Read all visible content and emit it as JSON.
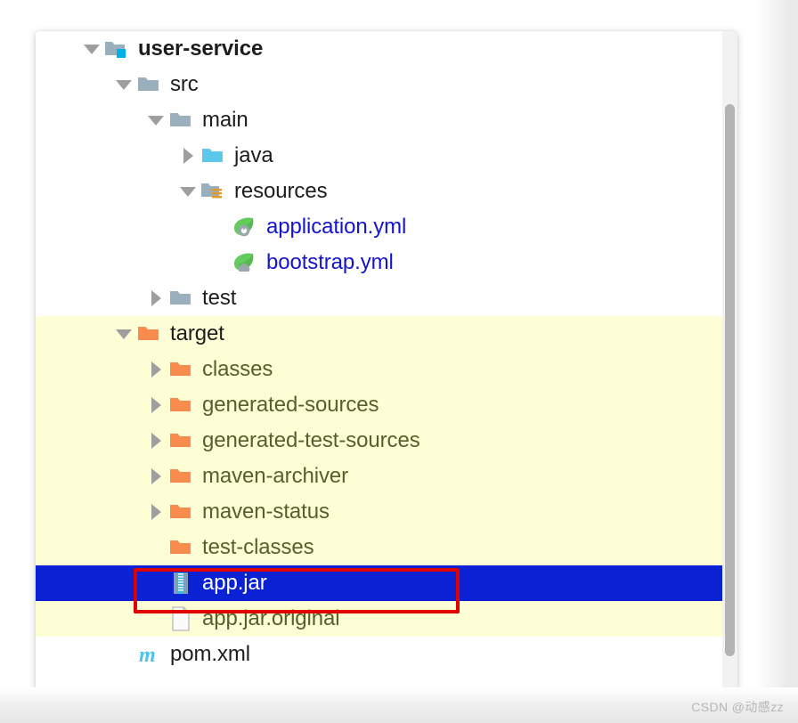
{
  "panel": {
    "title": "project-tree",
    "rows": [
      {
        "label": "user-service",
        "icon": "module-folder-icon",
        "twisty": "expanded",
        "depth": 0,
        "style": "bold",
        "highlight": false,
        "selected": false
      },
      {
        "label": "src",
        "icon": "folder-gray-icon",
        "twisty": "expanded",
        "depth": 1,
        "style": "plain",
        "highlight": false,
        "selected": false
      },
      {
        "label": "main",
        "icon": "folder-gray-icon",
        "twisty": "expanded",
        "depth": 2,
        "style": "plain",
        "highlight": false,
        "selected": false
      },
      {
        "label": "java",
        "icon": "folder-source-icon",
        "twisty": "collapsed",
        "depth": 3,
        "style": "plain",
        "highlight": false,
        "selected": false
      },
      {
        "label": "resources",
        "icon": "folder-resources-icon",
        "twisty": "expanded",
        "depth": 3,
        "style": "plain",
        "highlight": false,
        "selected": false
      },
      {
        "label": "application.yml",
        "icon": "spring-config-icon",
        "twisty": "none",
        "depth": 4,
        "style": "link",
        "highlight": false,
        "selected": false
      },
      {
        "label": "bootstrap.yml",
        "icon": "spring-cloud-icon",
        "twisty": "none",
        "depth": 4,
        "style": "link",
        "highlight": false,
        "selected": false
      },
      {
        "label": "test",
        "icon": "folder-gray-icon",
        "twisty": "collapsed",
        "depth": 2,
        "style": "plain",
        "highlight": false,
        "selected": false
      },
      {
        "label": "target",
        "icon": "folder-orange-icon",
        "twisty": "expanded",
        "depth": 1,
        "style": "plain",
        "highlight": true,
        "selected": false
      },
      {
        "label": "classes",
        "icon": "folder-orange-icon",
        "twisty": "collapsed",
        "depth": 2,
        "style": "olive",
        "highlight": true,
        "selected": false
      },
      {
        "label": "generated-sources",
        "icon": "folder-orange-icon",
        "twisty": "collapsed",
        "depth": 2,
        "style": "olive",
        "highlight": true,
        "selected": false
      },
      {
        "label": "generated-test-sources",
        "icon": "folder-orange-icon",
        "twisty": "collapsed",
        "depth": 2,
        "style": "olive",
        "highlight": true,
        "selected": false
      },
      {
        "label": "maven-archiver",
        "icon": "folder-orange-icon",
        "twisty": "collapsed",
        "depth": 2,
        "style": "olive",
        "highlight": true,
        "selected": false
      },
      {
        "label": "maven-status",
        "icon": "folder-orange-icon",
        "twisty": "collapsed",
        "depth": 2,
        "style": "olive",
        "highlight": true,
        "selected": false
      },
      {
        "label": "test-classes",
        "icon": "folder-orange-icon",
        "twisty": "none",
        "depth": 2,
        "style": "olive",
        "highlight": true,
        "selected": false
      },
      {
        "label": "app.jar",
        "icon": "jar-file-icon",
        "twisty": "none",
        "depth": 2,
        "style": "white",
        "highlight": false,
        "selected": true
      },
      {
        "label": "app.jar.original",
        "icon": "generic-file-icon",
        "twisty": "none",
        "depth": 2,
        "style": "olive",
        "highlight": true,
        "selected": false
      },
      {
        "label": "pom.xml",
        "icon": "maven-pom-icon",
        "twisty": "none",
        "depth": 1,
        "style": "plain",
        "highlight": false,
        "selected": false
      }
    ]
  },
  "annotation": {
    "name": "red-highlight-rectangle",
    "color": "#e00000",
    "targets_row_label": "app.jar"
  },
  "scrollbar": {
    "name": "vertical-scrollbar",
    "thumb_color": "#b4b4b4",
    "track_color": "#f2f2f2"
  },
  "watermark": {
    "text": "CSDN @动感zz"
  },
  "colors": {
    "selection_blue": "#0a22d4",
    "highlight_yellow": "#fdfdd6",
    "olive_text": "#57602b",
    "link_blue": "#1414cf",
    "folder_gray": "#9aafbc",
    "folder_orange": "#f98b4f",
    "folder_cyan": "#5bc8ec",
    "module_badge": "#00b0e8",
    "spring_green": "#63cc5c",
    "maven_cyan": "#4ec3ed",
    "annotation_red": "#e00000"
  }
}
